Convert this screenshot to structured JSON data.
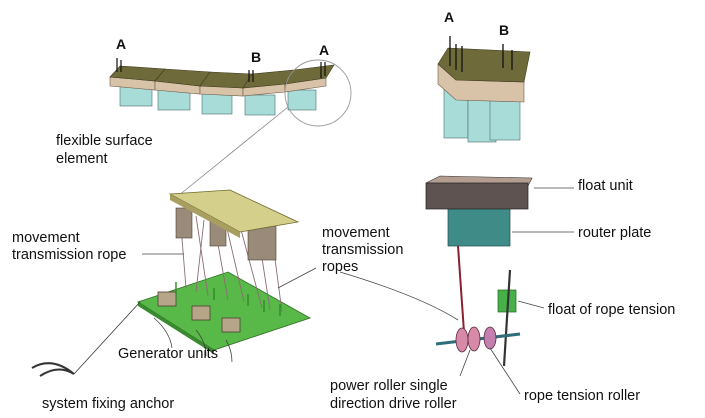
{
  "markers": {
    "a": "A",
    "b": "B"
  },
  "labels": {
    "flexible_surface_line1": "flexible surface",
    "flexible_surface_line2": "element",
    "movement_rope_line1": "movement",
    "movement_rope_line2": "transmission rope",
    "movement_ropes_line1": "movement",
    "movement_ropes_line2": "transmission",
    "movement_ropes_line3": "ropes",
    "generator_units": "Generator units",
    "system_anchor": "system fixing anchor",
    "float_unit": "float unit",
    "router_plate": "router plate",
    "float_rope_tension": "float of rope tension",
    "power_roller_line1": "power roller single",
    "power_roller_line2": "direction drive roller",
    "rope_tension_roller": "rope tension roller"
  },
  "colors": {
    "surface_top": "#6e6a3a",
    "surface_side": "#d8c2a8",
    "fin": "#a8dcd8",
    "base_plate": "#58b848",
    "top_plate": "#d4d08c",
    "float_body": "#5e5350",
    "float_top": "#b29d90",
    "router": "#3f8b88",
    "roller_pink": "#d68aa8",
    "tension_float": "#48b048"
  }
}
